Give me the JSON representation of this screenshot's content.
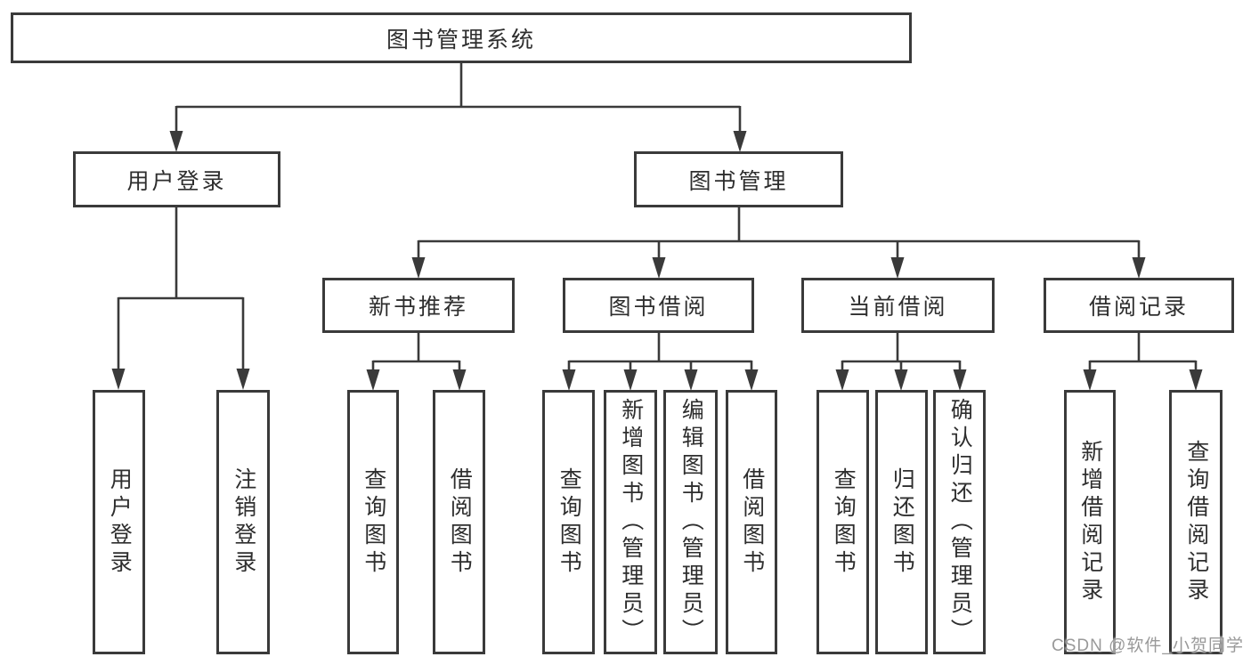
{
  "tree": {
    "root": {
      "label": "图书管理系统",
      "children": [
        {
          "label": "用户登录",
          "children": [
            {
              "label": "用户登录"
            },
            {
              "label": "注销登录"
            }
          ]
        },
        {
          "label": "图书管理",
          "children": [
            {
              "label": "新书推荐",
              "children": [
                {
                  "label": "查询图书"
                },
                {
                  "label": "借阅图书"
                }
              ]
            },
            {
              "label": "图书借阅",
              "children": [
                {
                  "label": "查询图书"
                },
                {
                  "label": "新增图书（管理员）"
                },
                {
                  "label": "编辑图书（管理员）"
                },
                {
                  "label": "借阅图书"
                }
              ]
            },
            {
              "label": "当前借阅",
              "children": [
                {
                  "label": "查询图书"
                },
                {
                  "label": "归还图书"
                },
                {
                  "label": "确认归还（管理员）"
                }
              ]
            },
            {
              "label": "借阅记录",
              "children": [
                {
                  "label": "新增借阅记录"
                },
                {
                  "label": "查询借阅记录"
                }
              ]
            }
          ]
        }
      ]
    }
  },
  "watermark": "CSDN @软件_小贺同学",
  "colors": {
    "line": "#3a3a3a",
    "box_border": "#3a3a3a",
    "text": "#2e2e2e",
    "watermark": "#949494",
    "background": "#ffffff"
  }
}
